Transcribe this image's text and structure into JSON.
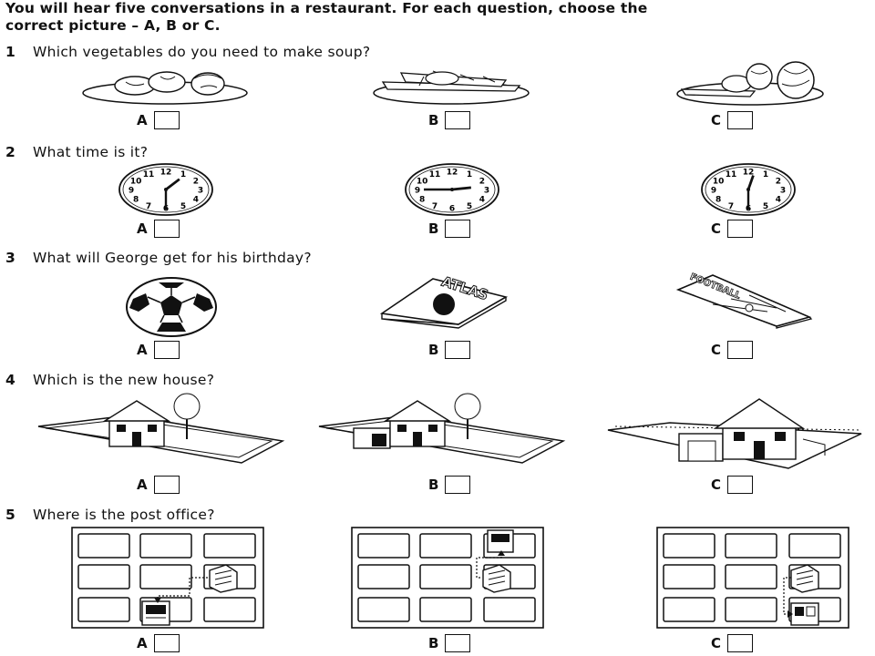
{
  "instructions": {
    "line1": "You will hear five conversations in a restaurant. For each question, choose the",
    "line2": "correct picture – A, B or C."
  },
  "questions": [
    {
      "number": "1",
      "text": "Which vegetables do you need to make soup?"
    },
    {
      "number": "2",
      "text": "What time is it?"
    },
    {
      "number": "3",
      "text": "What will George get for his birthday?"
    },
    {
      "number": "4",
      "text": "Which is the new house?"
    },
    {
      "number": "5",
      "text": "Where is the post office?"
    }
  ],
  "option_letters": [
    "A",
    "B",
    "C"
  ],
  "clock_numbers": [
    "12",
    "1",
    "2",
    "3",
    "4",
    "5",
    "6",
    "7",
    "8",
    "9",
    "10",
    "11"
  ],
  "book_labels": {
    "atlas": "ATLAS",
    "football": "FOOTBALL"
  },
  "clock_times": [
    {
      "hour": 1,
      "minute": 30
    },
    {
      "hour": 2,
      "minute": 45
    },
    {
      "hour": 12,
      "minute": 30
    }
  ]
}
